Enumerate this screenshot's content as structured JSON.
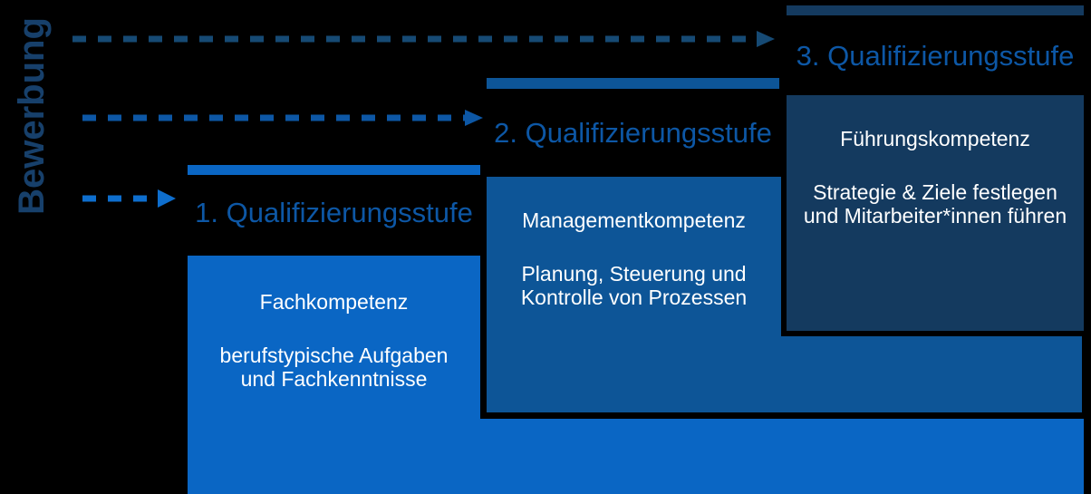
{
  "axis_label": "Bewerbung",
  "steps": [
    {
      "heading": "1. Qualifizierungsstufe",
      "title": "Fachkompetenz",
      "lines": [
        "berufstypische Aufgaben",
        "und Fachkenntnisse"
      ]
    },
    {
      "heading": "2. Qualifizierungsstufe",
      "title": "Managementkompetenz",
      "lines": [
        "Planung, Steuerung und",
        "Kontrolle von Prozessen"
      ]
    },
    {
      "heading": "3. Qualifizierungsstufe",
      "title": "Führungskompetenz",
      "lines": [
        "Strategie & Ziele festlegen",
        "und Mitarbeiter*innen führen"
      ]
    }
  ],
  "colors": {
    "background": "#000000",
    "step1": "#0a66c4",
    "step2": "#0d5597",
    "step3": "#143a5f",
    "heading_text": "#0d57a5",
    "box_text": "#ffffff",
    "arrow1": "#164a74",
    "arrow2": "#0d57a5",
    "arrow3": "#0e6ecd",
    "bewerbung": "#17406b"
  }
}
